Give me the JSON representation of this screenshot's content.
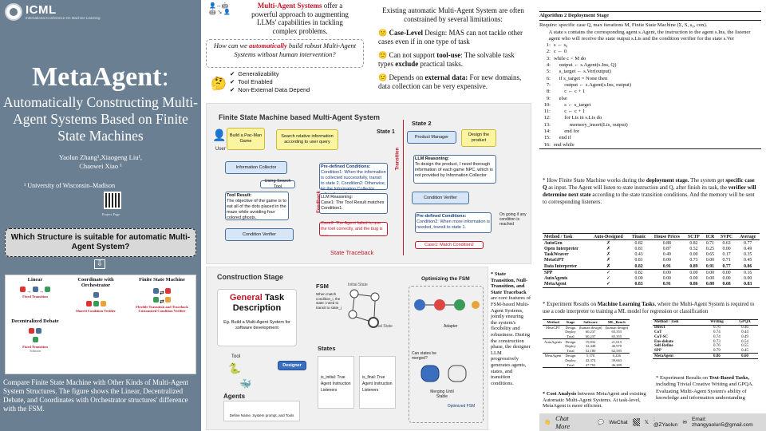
{
  "header": {
    "logo_text": "ICML",
    "logo_sub": "International Conference On Machine Learning"
  },
  "title": {
    "main": "MetaAgent",
    "colon": ":",
    "sub": "Automatically Constructing Multi-Agent Systems Based on Finite State Machines"
  },
  "authors": {
    "line1": "Yaolun Zhang¹,Xiaogeng Liu¹,",
    "line2": "Chaowei Xiao ¹"
  },
  "affiliation": "¹ University of Wisconsin–Madison",
  "qr_label": "Project Page",
  "question": "Which Structure is suitable for automatic Multi-Agent System?",
  "structures": {
    "linear": "Linear",
    "linear_sub": "Fixed Transition",
    "coordinate": "Coordinate with Orchestrator",
    "coordinate_sub": "Shared Condition Verifier",
    "decentralized": "Decentralized Debate",
    "decentralized_sub": "Fixed Transition",
    "fsm": "Finite State Machine",
    "fsm_sub1": "Flexible Transition and Traceback",
    "fsm_sub2": "Customized Condition Verifier",
    "solution": "Solution"
  },
  "left_caption": "Compare Finite State Machine with Other Kinds of Multi-Agent System Structures. The figure shows the Linear, Decentralized Debate, and Coordinates with Orchestrator structures' difference with the FSM.",
  "intro": {
    "highlight": "Multi-Agent Systems",
    "rest": " offer a powerful approach to augmenting LLMs' capabilities in tackling complex problems."
  },
  "how": {
    "q1": "How can we ",
    "q2": "automatically",
    "q3": " build robust Multi-Agent Systems without human intervention?"
  },
  "checks": [
    "Generalizability",
    "Tool Enabled",
    "Non-External Data Depend"
  ],
  "limits": {
    "head": "Existing automatic Multi-Agent System are often constrained by several limitations:",
    "items": [
      {
        "bold": "Case-Level",
        "rest": " Design: MAS can not tackle other cases even if in one type of task"
      },
      {
        "pre": "Can not support ",
        "bold": "tool-use",
        "rest": ": The solvable task types ",
        "bold2": "exclude",
        "rest2": " practical tasks."
      },
      {
        "pre": "Depends on ",
        "bold": "external data:",
        "rest": " For new domains, data collection can be very expensive."
      }
    ]
  },
  "fsm_fig": {
    "title": "Finite State Machine based Multi-Agent System",
    "state1": "State 1",
    "state2": "State 2",
    "user": "User",
    "user_req": "Build a Pac-Man Game",
    "search": "Search relative information according to user query",
    "info_collector": "Information Collector",
    "using_tool": "Using Search Tool",
    "tool_result": "Tool Result:",
    "tool_result_text": "The objective of the game is to eat all of the dots placed in the maze while avoiding four colored ghosts.",
    "cond_verifier": "Condition Verifier",
    "predefined": "Pre-defined Conditions:",
    "cond1": "Condition1: When the information is collected successfully, transit to state 2.",
    "cond2": "Condition2: Otherwise, let the Information Collector refine the action.",
    "llm_reasoning": "LLM Reasoning:",
    "case1": "Case1: The Tool Result matches Condition1.",
    "case2": "Case2: The Agent failed to use the tool correctly, and the bug is ......",
    "feedback": "Feedback",
    "transition": "Transition",
    "product_manager": "Product Manager",
    "design": "Design the product",
    "llm_reasoning2": "LLM Reasoning:",
    "llm_text2": "To design the product, I need thorough information of each game NPC, which is not provided by Information Collector",
    "cond_verifier2": "Condition Verifier",
    "predefined2": "Pre-defined Conditions:",
    "cond2b": "Condition2: When more information is needed, transit to state 1.",
    "case1b": "Case1: Match Condition2",
    "on_going": "On going if any condition is reached",
    "traceback": "State Traceback"
  },
  "build_fig": {
    "title": "Construction Stage",
    "general": "General",
    "task_desc": "Task Description",
    "example": "Eg. Build a Multi-Agent System for software development",
    "tool": "Tool",
    "designer": "Designer",
    "agents": "Agents",
    "agents_sub": "Define Name, System prompt, and Tools",
    "fsm": "FSM",
    "fsm_text": "When match condition_i, the state i need to transit to state_j",
    "initial": "Initial State",
    "final": "Final State",
    "states": "States",
    "is_initial": "is_initial: True Agent Instruction Listeners",
    "is_final": "is_final: True Agent Instruction Listeners",
    "optimizing": "Optimizing the FSM",
    "adapter": "Adapter",
    "can_merge": "Can states be merged?",
    "merging": "Merging Until Stable",
    "optimized": "Optimized FSM"
  },
  "build_caption": {
    "b1": "* State Transition, Null-Transition, and State Traceback",
    "rest": " are core features of FSM-based Multi-Agent Systems, jointly ensuring the system's flexibility and robustness. During the construction phase, the designer LLM progressively generates agents, states, and transition conditions."
  },
  "cost_table": {
    "headers": [
      "Method",
      "Stage",
      "Software",
      "ML_Bench"
    ],
    "rows": [
      [
        "MetaGPT",
        "Design",
        "(human design)",
        "(human design)"
      ],
      [
        "",
        "Deploy",
        "60,237",
        "65,355"
      ],
      [
        "",
        "Total",
        "60,237",
        "65,355"
      ],
      [
        "AutoAgents",
        "Design",
        "19,832",
        "21,615"
      ],
      [
        "",
        "Deploy",
        "32,448",
        "40,970"
      ],
      [
        "",
        "Total",
        "52,180",
        "62,585"
      ],
      [
        "MetaAgent",
        "Design",
        "5,370",
        "6,226"
      ],
      [
        "",
        "Deploy",
        "42,374",
        "39,663"
      ],
      [
        "",
        "Total",
        "47,702",
        "46,289"
      ]
    ]
  },
  "cost_caption": {
    "bold": "* Cost Analysis",
    "rest": " between MetaAgent and existing Automatic Multi-Agent Systems. At task-level, MetaAgent is more efficient."
  },
  "algo": {
    "head": "Algorithm 2 Deployment Stage",
    "require": "Require: specific case Q, max iterations M, Finite State Machine (Σ, S, s₀, con).",
    "lines": [
      [
        "",
        "A state s contains the corresponding agent s.Agent, the instruction to the agent s.Ins, the listener agent who will receive the state output s.Lis and the condition verifier for the state s.Ver"
      ],
      [
        "1:",
        "s ← s₀"
      ],
      [
        "2:",
        "c ← 0"
      ],
      [
        "3:",
        "while c < M do"
      ],
      [
        "4:",
        "    output ← s.Agent(s.Ins, Q)"
      ],
      [
        "5:",
        "    s_target ← s.Ver(output)"
      ],
      [
        "6:",
        "    if s_target = None then"
      ],
      [
        "7:",
        "        output ← s.Agent(s.Ins, output)"
      ],
      [
        "8:",
        "        c ← c + 1"
      ],
      [
        "9:",
        "    else"
      ],
      [
        "10:",
        "        s ← s_target"
      ],
      [
        "11:",
        "        c ← c + 1"
      ],
      [
        "12:",
        "        for Lis in s.Lis do"
      ],
      [
        "13:",
        "            memory_insert(Lis, output)"
      ],
      [
        "14:",
        "        end for"
      ],
      [
        "15:",
        "    end if"
      ],
      [
        "16:",
        "end while"
      ]
    ]
  },
  "algo_caption": {
    "p1": "* How Finite State Machine works during the ",
    "b1": "deployment stage.",
    "p2": " The system get ",
    "b2": "specific case Q",
    "p3": " as input. The Agent will listen to state instruction and Q, after finish its task, the ",
    "b3": "verifier will determine next state",
    "p4": " according to the state transition conditions. And the memory will be sent to corresponding listeners."
  },
  "ml_table": {
    "headers": [
      "Method / Task",
      "Auto-Designed",
      "Titanic",
      "House Prices",
      "SCTP",
      "ICR",
      "SVPC",
      "Average"
    ],
    "rows": [
      [
        "AutoGen",
        "✗",
        "0.82",
        "0.88",
        "0.82",
        "0.71",
        "0.63",
        "0.77"
      ],
      [
        "Open Interpreter",
        "✗",
        "0.81",
        "0.87",
        "0.52",
        "0.25",
        "0.00",
        "0.49"
      ],
      [
        "TaskWeaver",
        "✗",
        "0.43",
        "0.49",
        "0.00",
        "0.65",
        "0.17",
        "0.35"
      ],
      [
        "MetaGPT",
        "✗",
        "0.81",
        "0.00",
        "0.73",
        "0.00",
        "0.71",
        "0.45"
      ],
      [
        "Data Interpreter",
        "✗",
        "0.82",
        "0.91",
        "0.89",
        "0.91",
        "0.77",
        "0.86"
      ],
      [
        "SPP",
        "✓",
        "0.82",
        "0.00",
        "0.00",
        "0.00",
        "0.00",
        "0.16"
      ],
      [
        "AutoAgents",
        "✓",
        "0.00",
        "0.00",
        "0.00",
        "0.00",
        "0.00",
        "0.00"
      ],
      [
        "MetaAgent",
        "✓",
        "0.83",
        "0.91",
        "0.86",
        "0.88",
        "0.68",
        "0.83"
      ]
    ]
  },
  "ml_caption": {
    "p1": "* Experiment Results on ",
    "b1": "Machine Learning Tasks",
    "p2": ", where the Multi-Agent System is required to use a code interpreter to training a ML model for regression or classification"
  },
  "text_table": {
    "headers": [
      "Method / Task",
      "Writing",
      "GPQA"
    ],
    "rows": [
      [
        "Direct",
        "0.76",
        "0.46"
      ],
      [
        "CoT",
        "0.74",
        "0.44"
      ],
      [
        "CoT-SC",
        "0.74",
        "0.49"
      ],
      [
        "Ens-debate",
        "0.73",
        "0.54"
      ],
      [
        "Self-Refine",
        "0.76",
        "0.55"
      ],
      [
        "SPP",
        "0.79",
        "0.45"
      ],
      [
        "MetaAgent",
        "0.86",
        "0.60"
      ]
    ]
  },
  "text_caption": {
    "p1": "* Experiment Results on ",
    "b1": "Text-Based Tasks,",
    "p2": " including Trivial Creative Writing and GPQA. Evaluating Multi-Agent System's ability of knowledge and information understanding"
  },
  "footer": {
    "chat": "Chat More",
    "wechat": "WeChat",
    "x": ": @ZYaolun",
    "email": "Email: zhangyaolun5@gmail.com"
  },
  "colors": {
    "sidebar": "#6a7f92",
    "accent_red": "#c0182a",
    "box_blue": "#d7e6f6",
    "box_yellow": "#fbf4a0"
  }
}
